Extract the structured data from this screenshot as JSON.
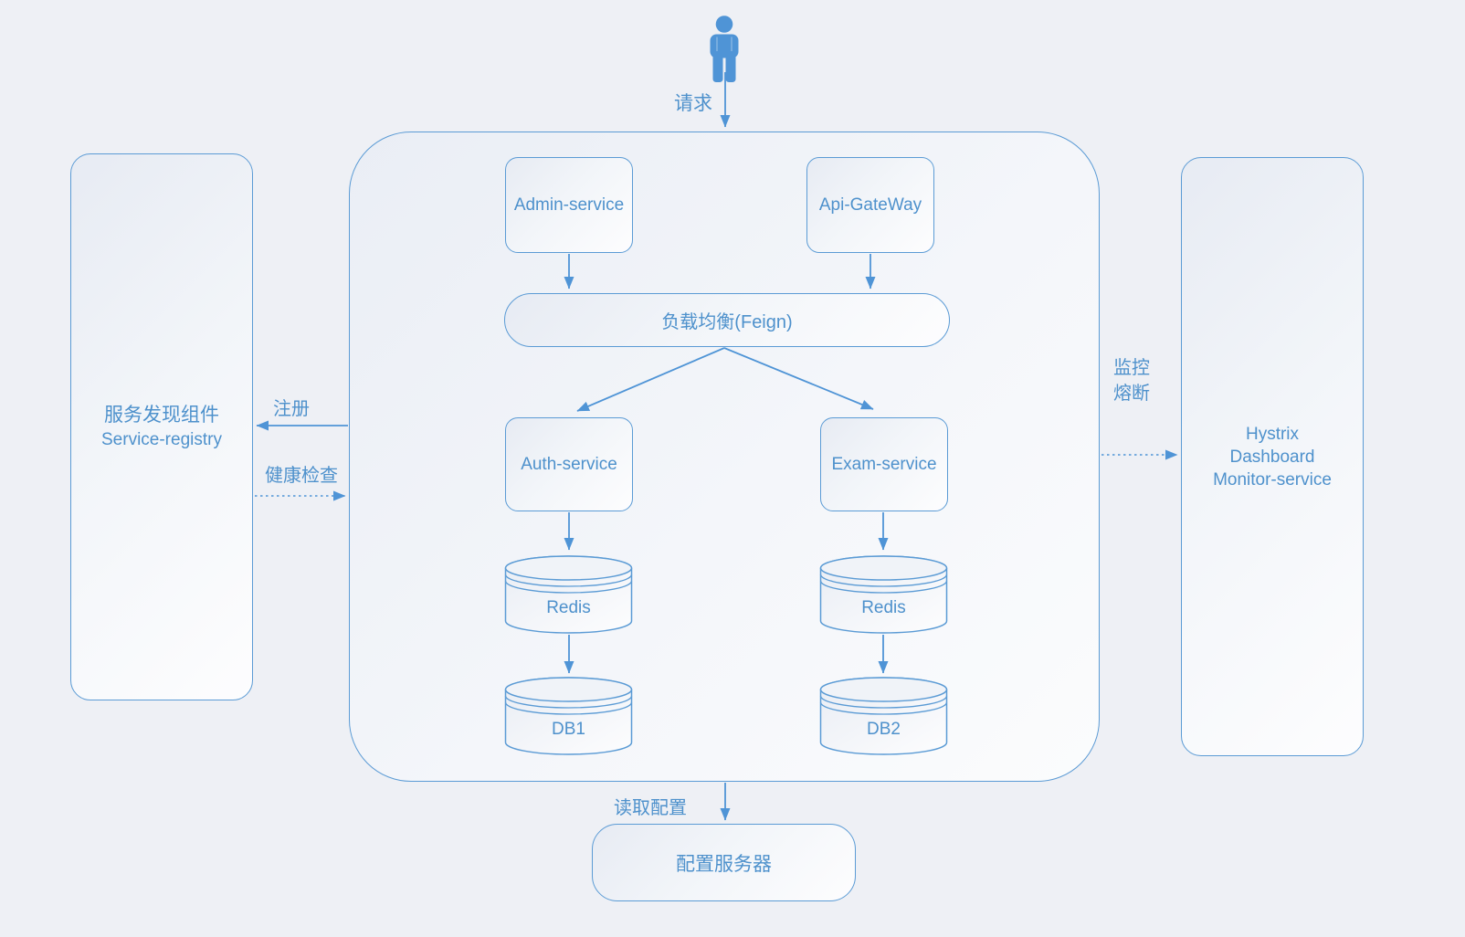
{
  "labels": {
    "request": "请求",
    "register": "注册",
    "health_check": "健康检查",
    "monitor_line1": "监控",
    "monitor_line2": "熔断",
    "read_config": "读取配置"
  },
  "nodes": {
    "admin_service": "Admin-service",
    "api_gateway": "Api-GateWay",
    "load_balancer": "负载均衡(Feign)",
    "auth_service": "Auth-service",
    "exam_service": "Exam-service",
    "redis_1": "Redis",
    "redis_2": "Redis",
    "db_1": "DB1",
    "db_2": "DB2",
    "service_registry": {
      "line1": "服务发现组件",
      "line2": "Service-registry"
    },
    "hystrix": {
      "line1": "Hystrix",
      "line2": "Dashboard",
      "line3": "Monitor-service"
    },
    "config_server": "配置服务器"
  },
  "icons": {
    "actor": "person-icon",
    "storage": "database-cylinder-icon"
  },
  "colors": {
    "stroke": "#5b9bd5",
    "arrow": "#4f94d6",
    "text": "#4e91cc",
    "background": "#eef0f5",
    "person_fill": "#4f94d6"
  }
}
